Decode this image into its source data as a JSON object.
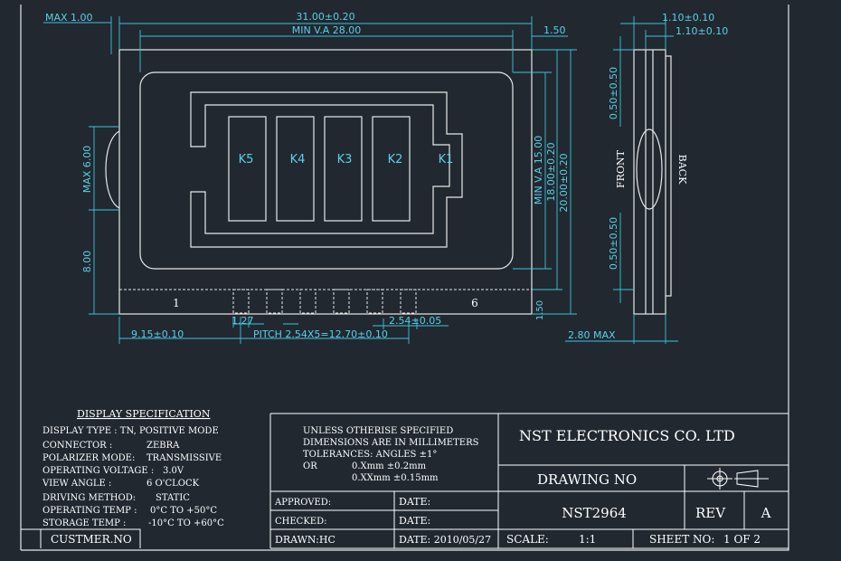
{
  "dims": {
    "max_1": "MAX 1.00",
    "width_total": "31.00±0.20",
    "min_va_w": "MIN V.A 28.00",
    "edge_150_top": "1.50",
    "max_6": "MAX 6.00",
    "dim_800": "8.00",
    "min_va_h": "MIN V.A 15.00",
    "height_18": "18.00±0.20",
    "height_20": "20.00±0.20",
    "edge_150_side": "1.50",
    "pin_127": "1.27",
    "pin_254": "2.54±0.05",
    "left_915": "9.15±0.10",
    "pitch": "PITCH 2.54X5=12.70±0.10",
    "max_280": "2.80 MAX",
    "side_110_a": "1.10±0.10",
    "side_110_b": "1.10±0.10",
    "side_050_top": "0.50±0.50",
    "side_050_bot": "0.50±0.50",
    "front": "FRONT",
    "back": "BACK"
  },
  "segments": [
    "K5",
    "K4",
    "K3",
    "K2",
    "K1"
  ],
  "pins": {
    "first": "1",
    "last": "6"
  },
  "spec": {
    "title": "DISPLAY    SPECIFICATION",
    "lines": [
      [
        "DISPLAY TYPE : TN, POSITIVE  MODE",
        ""
      ],
      [
        "CONNECTOR :",
        "ZEBRA"
      ],
      [
        "POLARIZER MODE:",
        "TRANSMISSIVE"
      ],
      [
        "OPERATING VOLTAGE :",
        "3.0V"
      ],
      [
        "VIEW   ANGLE :",
        "6   O'CLOCK"
      ],
      [
        "DRIVING METHOD:",
        "STATIC"
      ],
      [
        "OPERATING TEMP :",
        "0°C   TO  +50°C"
      ],
      [
        "STORAGE TEMP :",
        "-10°C   TO   +60°C"
      ]
    ],
    "customer": "CUSTMER.NO"
  },
  "tolerance": {
    "l1": "UNLESS OTHERISE SPECIFIED",
    "l2": "DIMENSIONS ARE IN  MILLIMETERS",
    "l3": "TOLERANCES: ANGLES ±1°",
    "l4a": "OR",
    "l4b": "0.Xmm  ±0.2mm",
    "l5": "0.XXmm  ±0.15mm"
  },
  "approval": {
    "approved": "APPROVED:",
    "checked": "CHECKED:",
    "drawn": "DRAWN:HC",
    "date1": "DATE:",
    "date2": "DATE:",
    "date3": "DATE: 2010/05/27"
  },
  "title_block": {
    "company": "NST ELECTRONICS CO. LTD",
    "drawing_no_label": "DRAWING    NO",
    "part_no": "NST2964",
    "rev_label": "REV",
    "rev": "A",
    "scale_label": "SCALE:",
    "scale": "1:1",
    "sheet_label": "SHEET  NO:",
    "sheet": "1  OF  2"
  }
}
